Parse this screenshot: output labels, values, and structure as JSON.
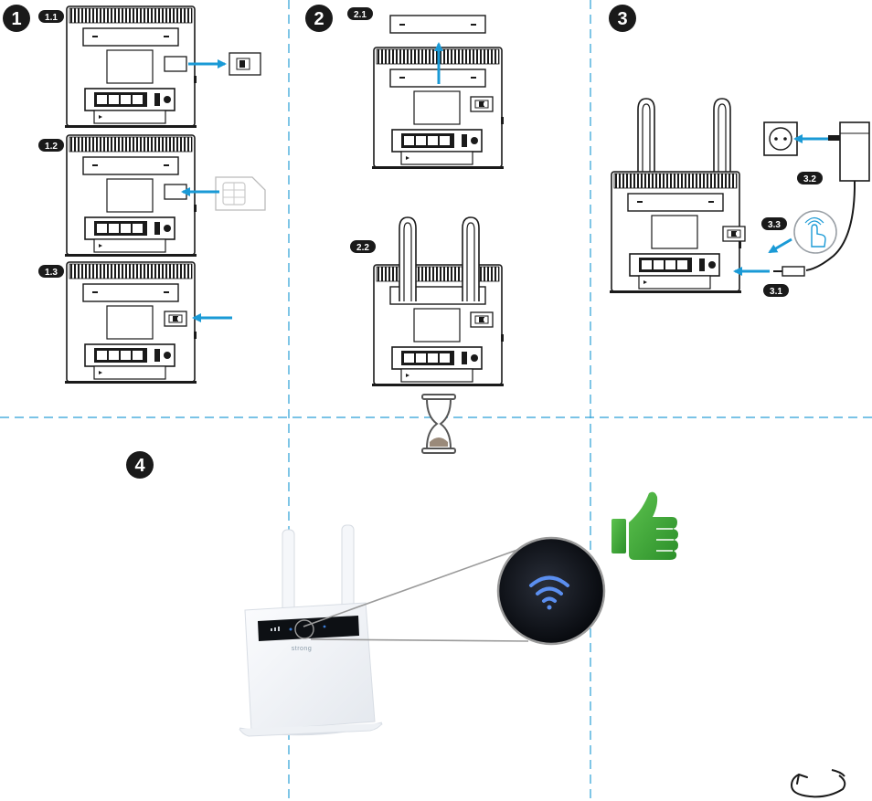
{
  "colors": {
    "arrow": "#1a9ad6",
    "divider": "#2a9fd6",
    "thumb": "#3aaa35",
    "line": "#1a1a1a"
  },
  "steps": [
    {
      "label": "1"
    },
    {
      "label": "2"
    },
    {
      "label": "3"
    },
    {
      "label": "4"
    }
  ],
  "substeps": {
    "s11": "1.1",
    "s12": "1.2",
    "s13": "1.3",
    "s21": "2.1",
    "s22": "2.2",
    "s31": "3.1",
    "s32": "3.2",
    "s33": "3.3"
  },
  "router_brand": "strong",
  "icons": {
    "hourglass": "hourglass-icon",
    "thumbs_up": "thumbs-up-icon",
    "rotate": "rotate-page-icon",
    "wifi": "wifi-icon",
    "touch": "press-button-icon",
    "outlet": "power-outlet-icon",
    "adapter": "power-adapter-icon",
    "sim_card": "sim-card-icon"
  }
}
